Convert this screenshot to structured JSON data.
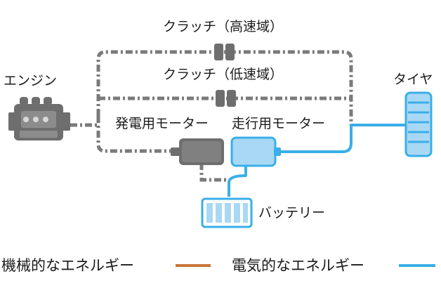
{
  "labels": {
    "engine": "エンジン",
    "clutch_high": "クラッチ（高速域）",
    "clutch_low": "クラッチ（低速域）",
    "gen_motor": "発電用モーター",
    "drive_motor": "走行用モーター",
    "tire": "タイヤ",
    "battery": "バッテリー"
  },
  "legend": {
    "mechanical": "機械的なエネルギー",
    "electrical": "電気的なエネルギー"
  },
  "colors": {
    "mechanical": "#c8743a",
    "electrical": "#3aaee8",
    "component_gray": "#6e6e6e",
    "path_gray": "#7a7a7a"
  }
}
